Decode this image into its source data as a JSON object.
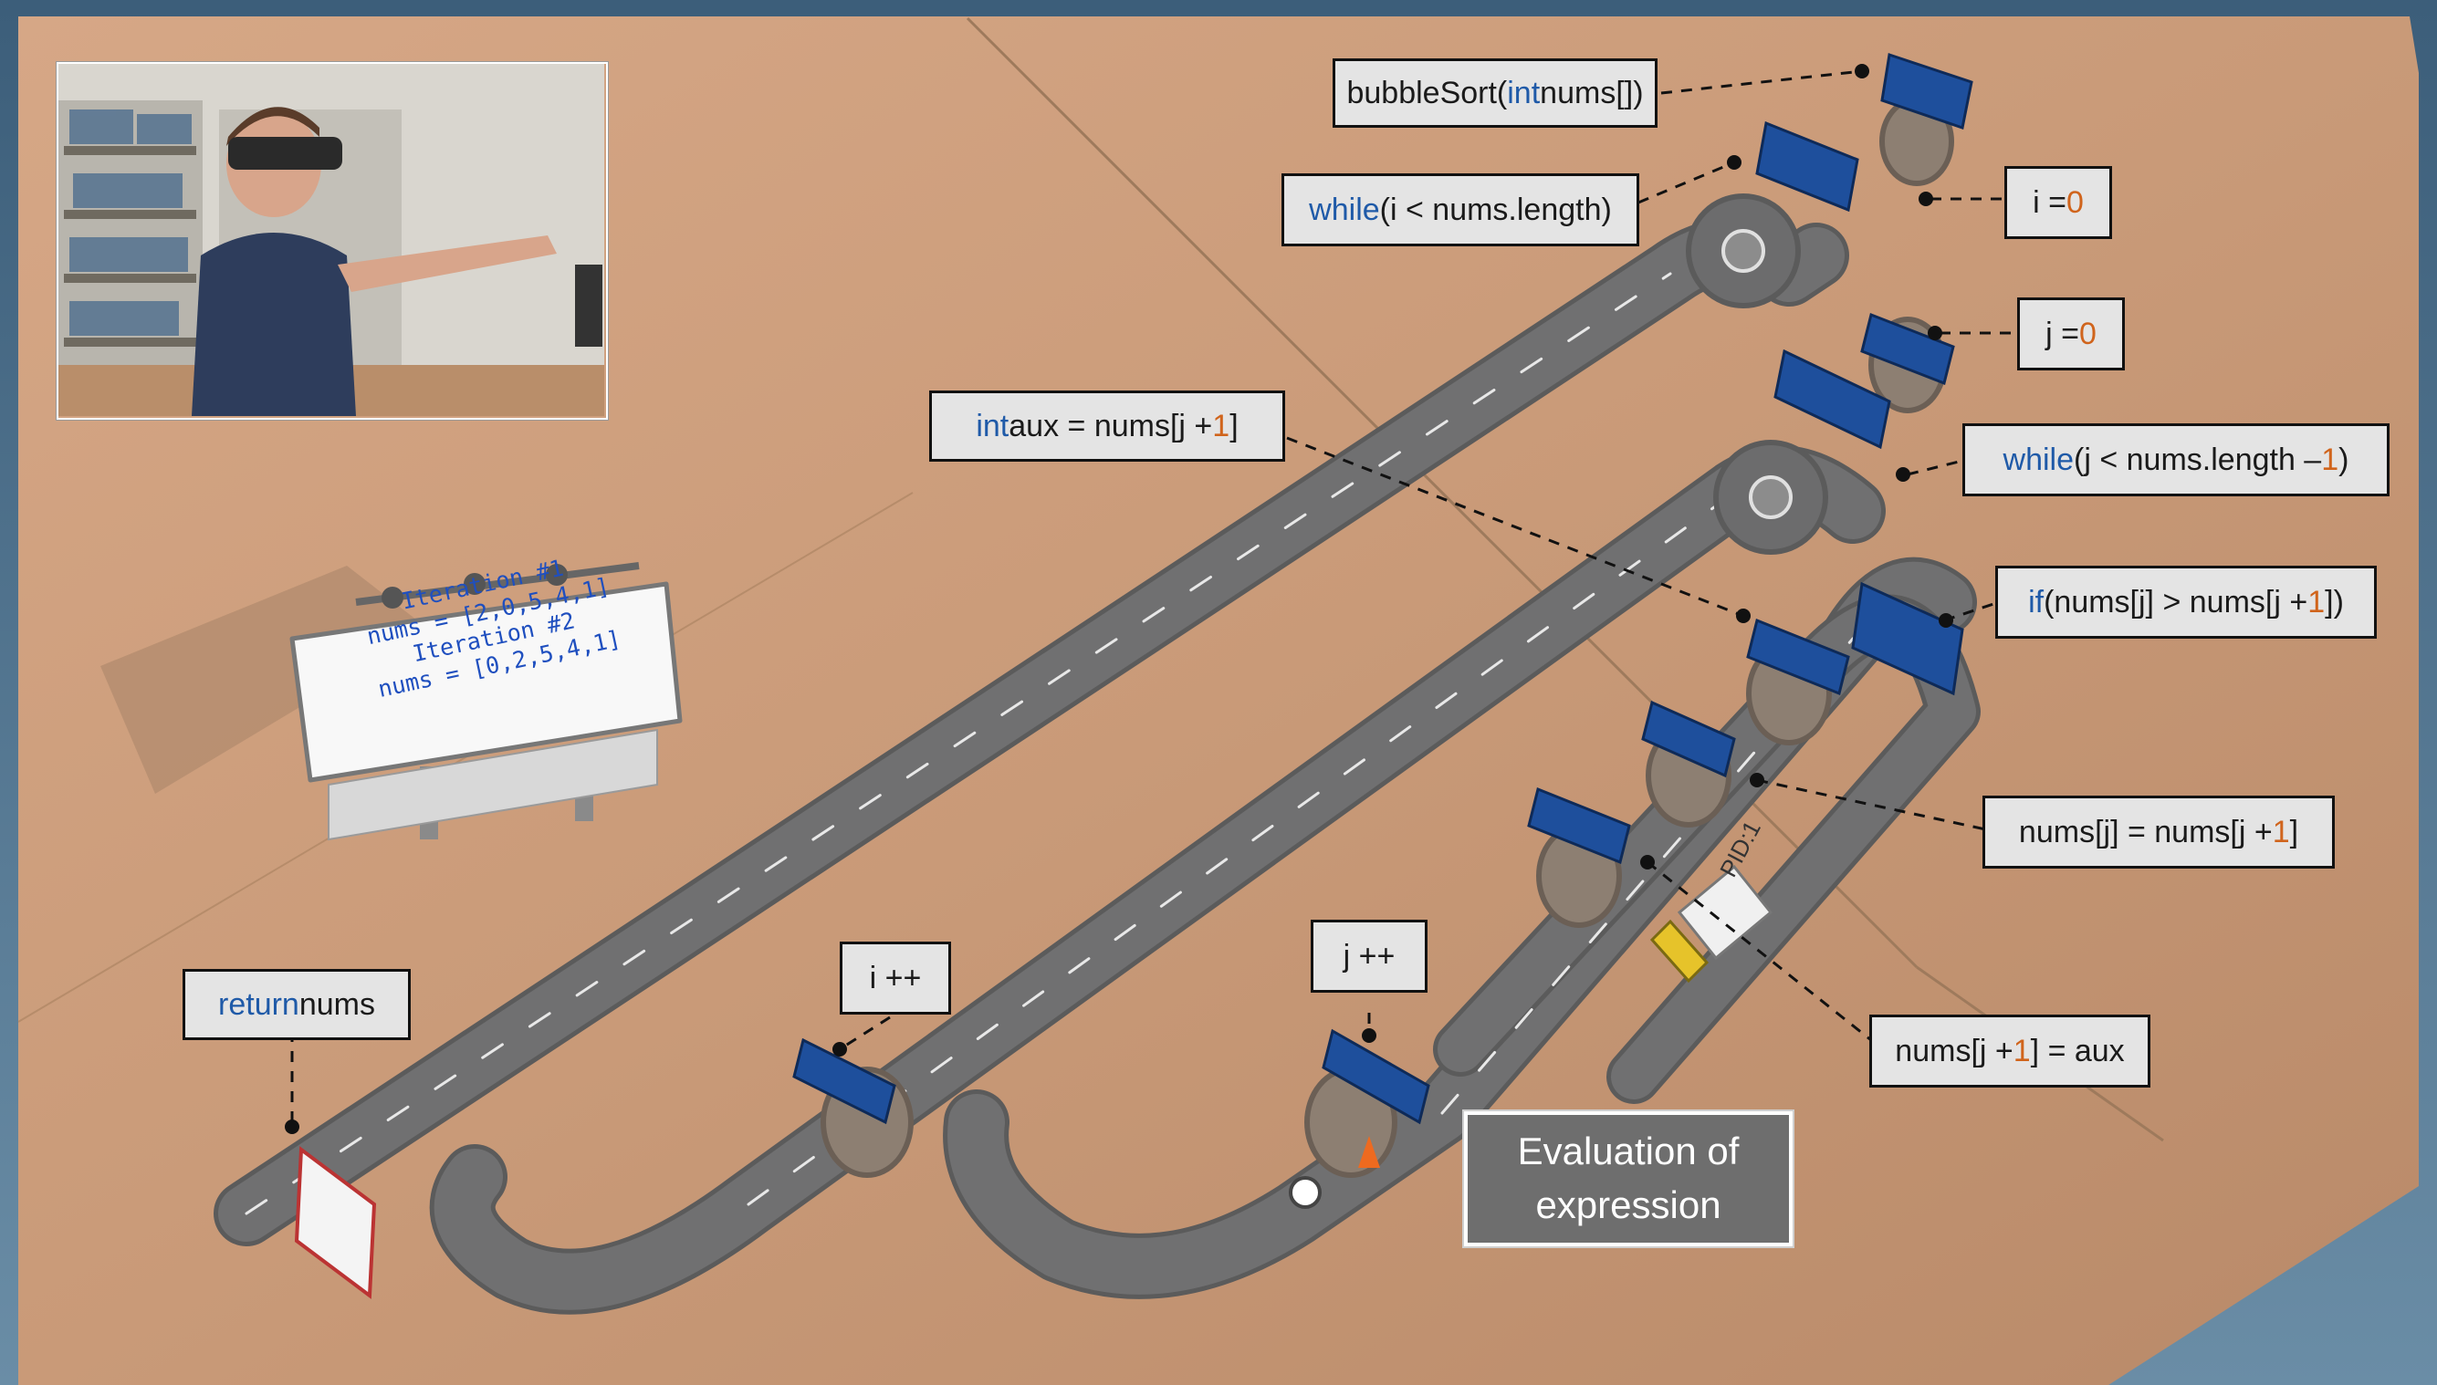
{
  "code_labels": {
    "bubble_sort": {
      "name": "bubbleSort(",
      "kw": "int",
      "rest": " nums[])"
    },
    "while_i": {
      "kw": "while",
      "rest": " (i < nums.length)"
    },
    "i_init": {
      "prefix": "i = ",
      "num": "0"
    },
    "j_init": {
      "prefix": "j = ",
      "num": "0"
    },
    "int_aux": {
      "kw": "int",
      "rest": " aux = nums[j + ",
      "num": "1",
      "end": "]"
    },
    "while_j": {
      "kw": "while",
      "rest": " (j < nums.length – ",
      "num": "1",
      "end": ")"
    },
    "if_cond": {
      "kw": "if",
      "rest": " (nums[j] > nums[j + ",
      "num": "1",
      "end": "])"
    },
    "assign_j": {
      "prefix": "nums[j] = nums[j + ",
      "num": "1",
      "end": "]"
    },
    "assign_j1": {
      "prefix": "nums[j + ",
      "num": "1",
      "end": "] = aux"
    },
    "j_inc": {
      "text": "j ++"
    },
    "i_inc": {
      "text": "i ++"
    },
    "return": {
      "kw": "return",
      "rest": " nums"
    }
  },
  "evaluation_box": {
    "line1": "Evaluation of",
    "line2": "expression"
  },
  "billboard": {
    "lines": [
      "Iteration #1",
      "nums = [2,0,5,4,1]",
      "Iteration #2",
      "nums = [0,2,5,4,1]"
    ]
  },
  "truck_label": "PID:1",
  "colors": {
    "table": "#c99a78",
    "road": "#6f6f70",
    "keyword": "#1f5aa8",
    "number": "#d0641c",
    "label_bg": "#e4e4e4",
    "sign": "#1e4f9c"
  }
}
